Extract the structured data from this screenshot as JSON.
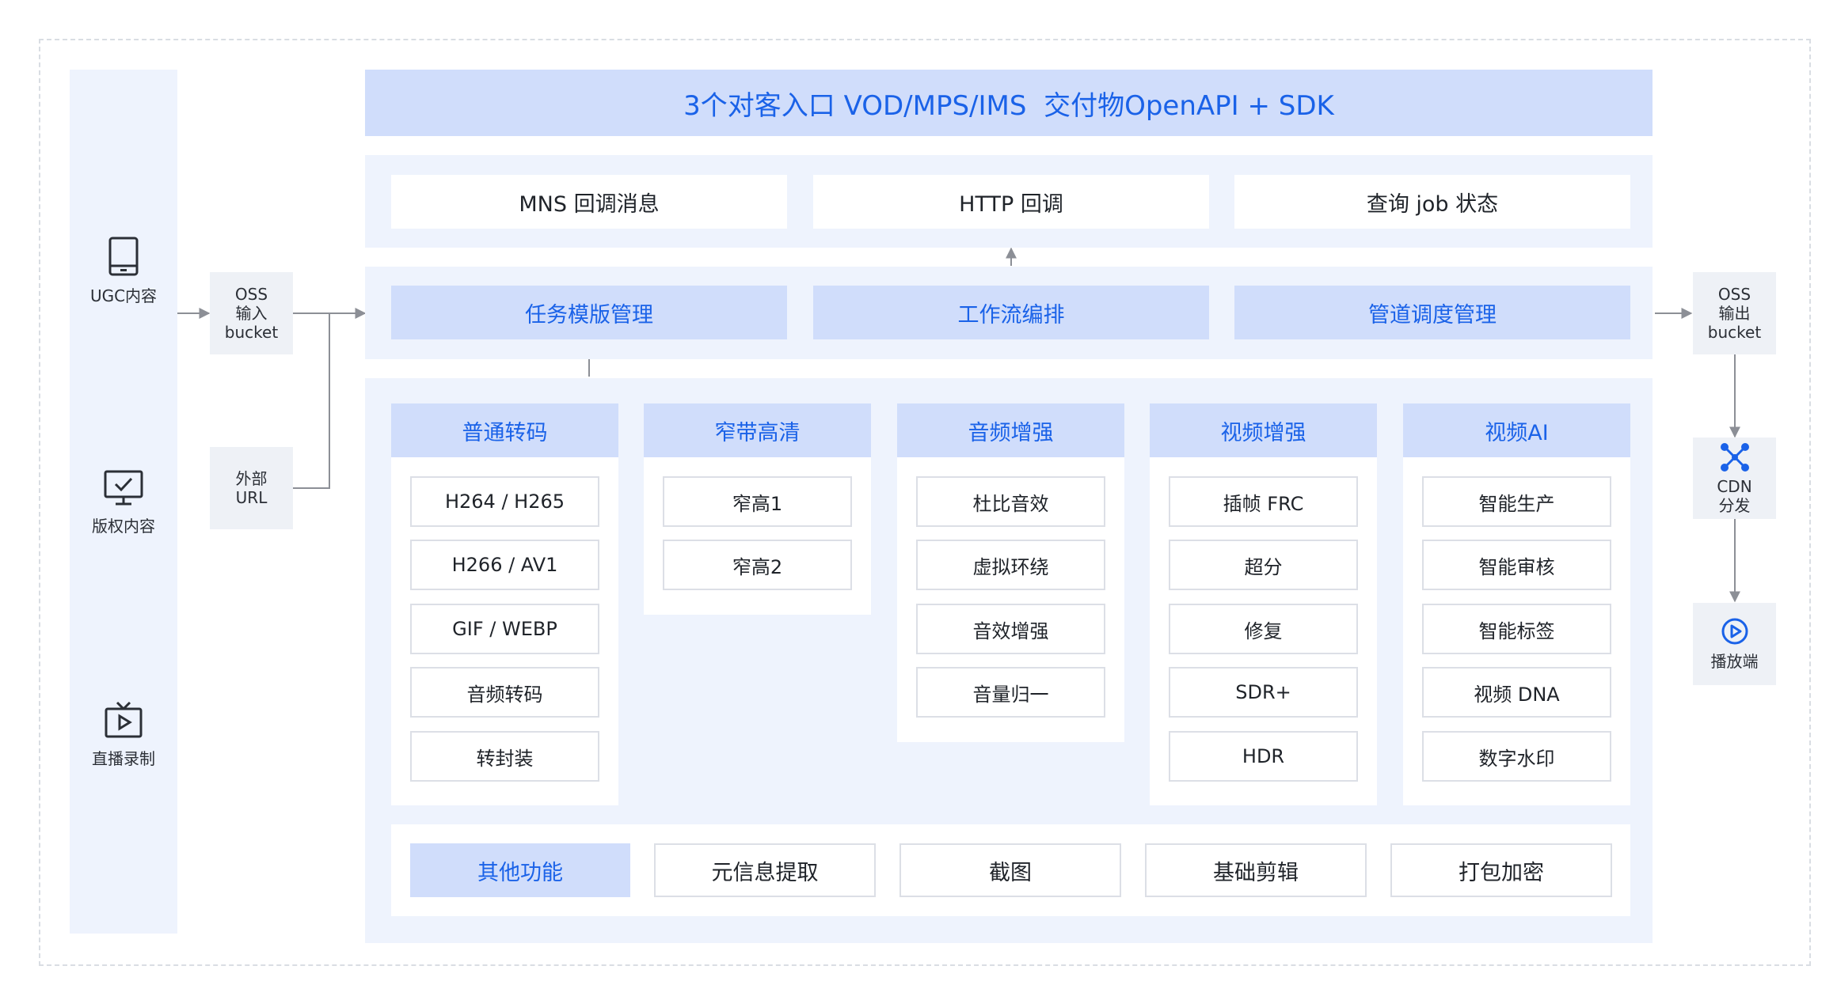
{
  "title": "3个对客入口 VOD/MPS/IMS  交付物OpenAPI + SDK",
  "sources": [
    {
      "label": "UGC内容",
      "icon": "tablet-icon"
    },
    {
      "label": "版权内容",
      "icon": "monitor-check-icon"
    },
    {
      "label": "直播录制",
      "icon": "tv-play-icon"
    }
  ],
  "inputs": {
    "oss_input": "OSS\n输入\nbucket",
    "external_url": "外部\nURL"
  },
  "callbacks": [
    "MNS 回调消息",
    "HTTP 回调",
    "查询 job 状态"
  ],
  "management": [
    "任务模版管理",
    "工作流编排",
    "管道调度管理"
  ],
  "columns": [
    {
      "title": "普通转码",
      "items": [
        "H264 / H265",
        "H266 / AV1",
        "GIF / WEBP",
        "音频转码",
        "转封装"
      ]
    },
    {
      "title": "窄带高清",
      "items": [
        "窄高1",
        "窄高2"
      ]
    },
    {
      "title": "音频增强",
      "items": [
        "杜比音效",
        "虚拟环绕",
        "音效增强",
        "音量归一"
      ]
    },
    {
      "title": "视频增强",
      "items": [
        "插帧 FRC",
        "超分",
        "修复",
        "SDR+",
        "HDR"
      ]
    },
    {
      "title": "视频AI",
      "items": [
        "智能生产",
        "智能审核",
        "智能标签",
        "视频 DNA",
        "数字水印"
      ]
    }
  ],
  "other": {
    "label": "其他功能",
    "items": [
      "元信息提取",
      "截图",
      "基础剪辑",
      "打包加密"
    ]
  },
  "outputs": {
    "oss_output": "OSS\n输出\nbucket",
    "cdn": "CDN\n分发",
    "player": "播放端"
  },
  "colors": {
    "accent": "#1a62e8",
    "light_blue": "#d0ddfb",
    "panel": "#eef3fd",
    "line": "#8c8f96"
  }
}
